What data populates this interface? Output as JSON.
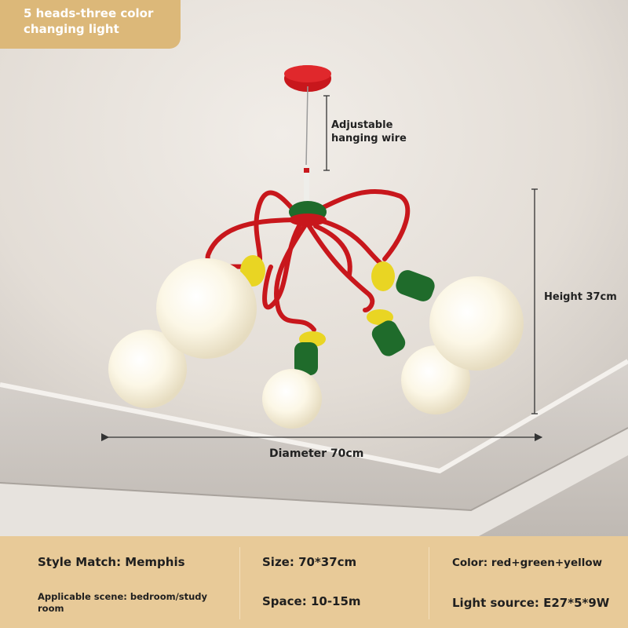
{
  "badge": {
    "line1": "5 heads-three color",
    "line2": "changing light"
  },
  "annotations": {
    "wire_line1": "Adjustable",
    "wire_line2": "hanging wire",
    "height": "Height 37cm",
    "diameter": "Diameter 70cm"
  },
  "specs": {
    "style": "Style Match: Memphis",
    "size": "Size: 70*37cm",
    "color": "Color: red+green+yellow",
    "scene_line1": "Applicable scene: bedroom/study",
    "scene_line2": "room",
    "space": "Space: 10-15m",
    "light_source": "Light source: E27*5*9W"
  },
  "colors": {
    "badge": "#dcb879",
    "spec_band": "#e8ca98",
    "lamp_red": "#c8171c",
    "lamp_green": "#1f6b2b",
    "lamp_yellow": "#e9d523",
    "bulb": "#fdf7e4",
    "ceiling": "#e9e3dd"
  }
}
